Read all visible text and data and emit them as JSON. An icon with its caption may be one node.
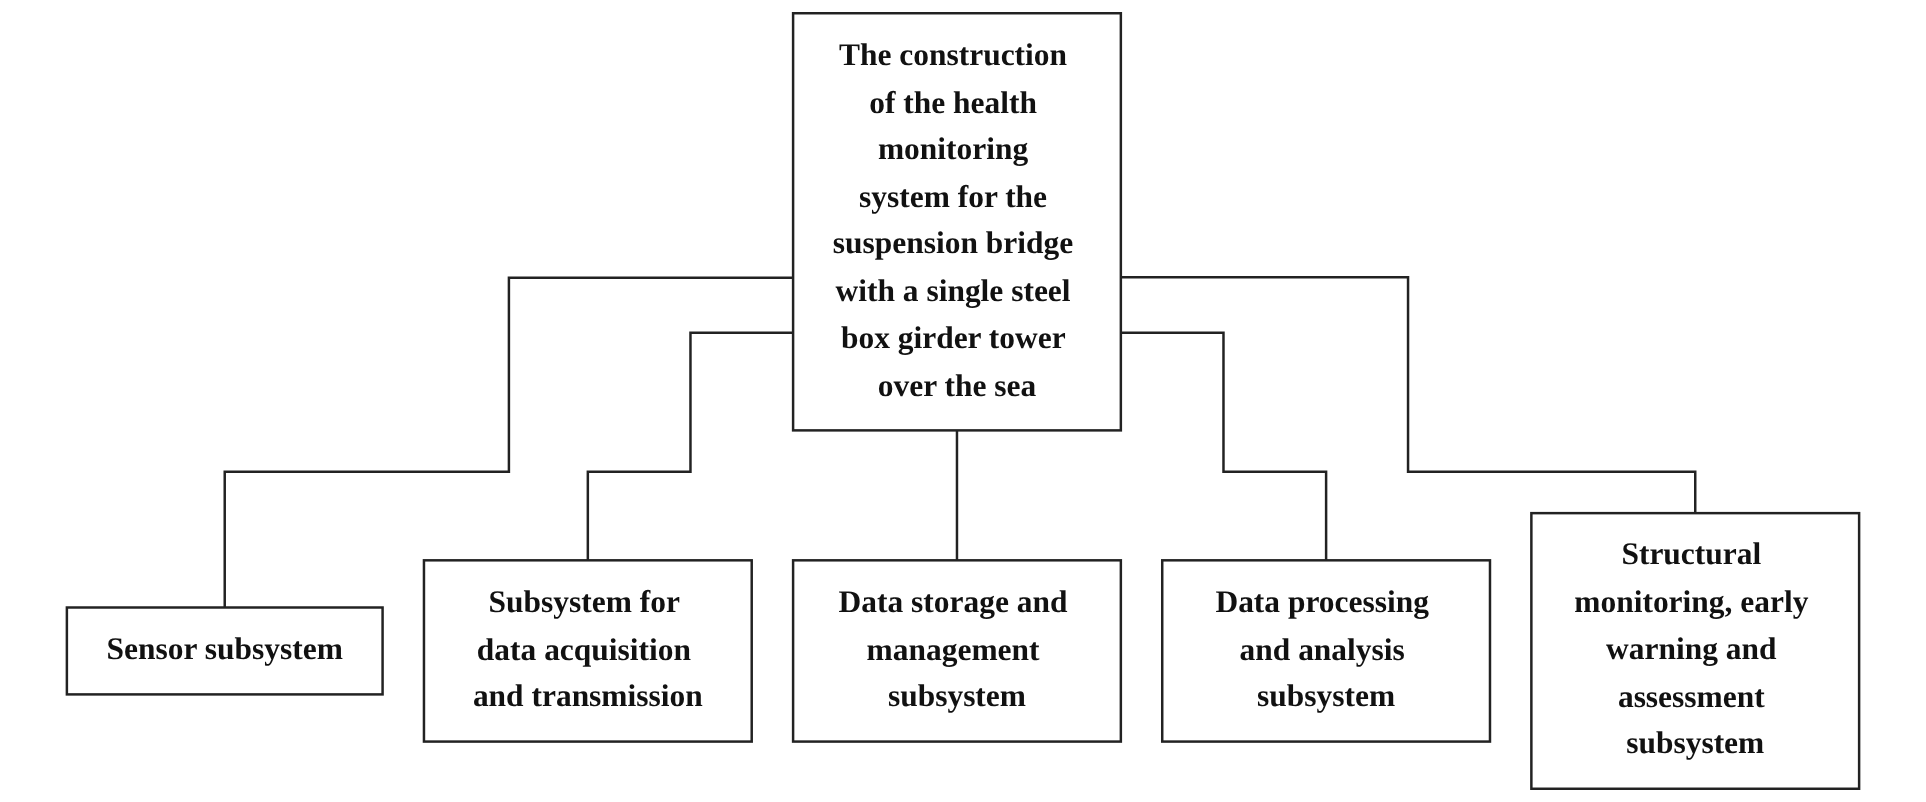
{
  "diagram": {
    "nodes": [
      {
        "text": [
          "The construction of the health monitoring system for the suspension bridge with a single steel box girder tower over the sea"
        ]
      },
      {
        "text": [
          "Sensor subsystem"
        ]
      },
      {
        "text": [
          "Subsystem for data acquisition and transmission"
        ]
      },
      {
        "text": [
          "Data storage and management subsystem"
        ]
      },
      {
        "text": [
          "Data processing and analysis subsystem"
        ]
      },
      {
        "text": [
          "Structural monitoring, early warning and assessment subsystem"
        ]
      }
    ],
    "edges": [
      {
        "from": 0,
        "to": 1,
        "arrow": "none"
      },
      {
        "from": 0,
        "to": 2,
        "arrow": "none"
      },
      {
        "from": 0,
        "to": 3,
        "arrow": "none"
      },
      {
        "from": 0,
        "to": 4,
        "arrow": "none"
      },
      {
        "from": 0,
        "to": 5,
        "arrow": "none"
      }
    ]
  }
}
